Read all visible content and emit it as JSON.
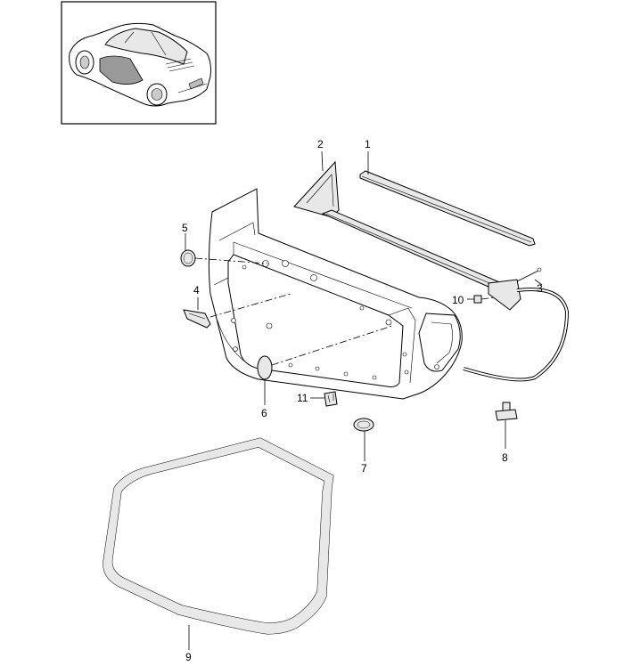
{
  "thumbnail": {
    "icon": "car-thumbnail-icon"
  },
  "callouts": [
    {
      "id": "1",
      "label": "1"
    },
    {
      "id": "2",
      "label": "2"
    },
    {
      "id": "3",
      "label": "3"
    },
    {
      "id": "4",
      "label": "4"
    },
    {
      "id": "5",
      "label": "5"
    },
    {
      "id": "6",
      "label": "6"
    },
    {
      "id": "7",
      "label": "7"
    },
    {
      "id": "8",
      "label": "8"
    },
    {
      "id": "9",
      "label": "9"
    },
    {
      "id": "10",
      "label": "10"
    },
    {
      "id": "11",
      "label": "11"
    }
  ]
}
